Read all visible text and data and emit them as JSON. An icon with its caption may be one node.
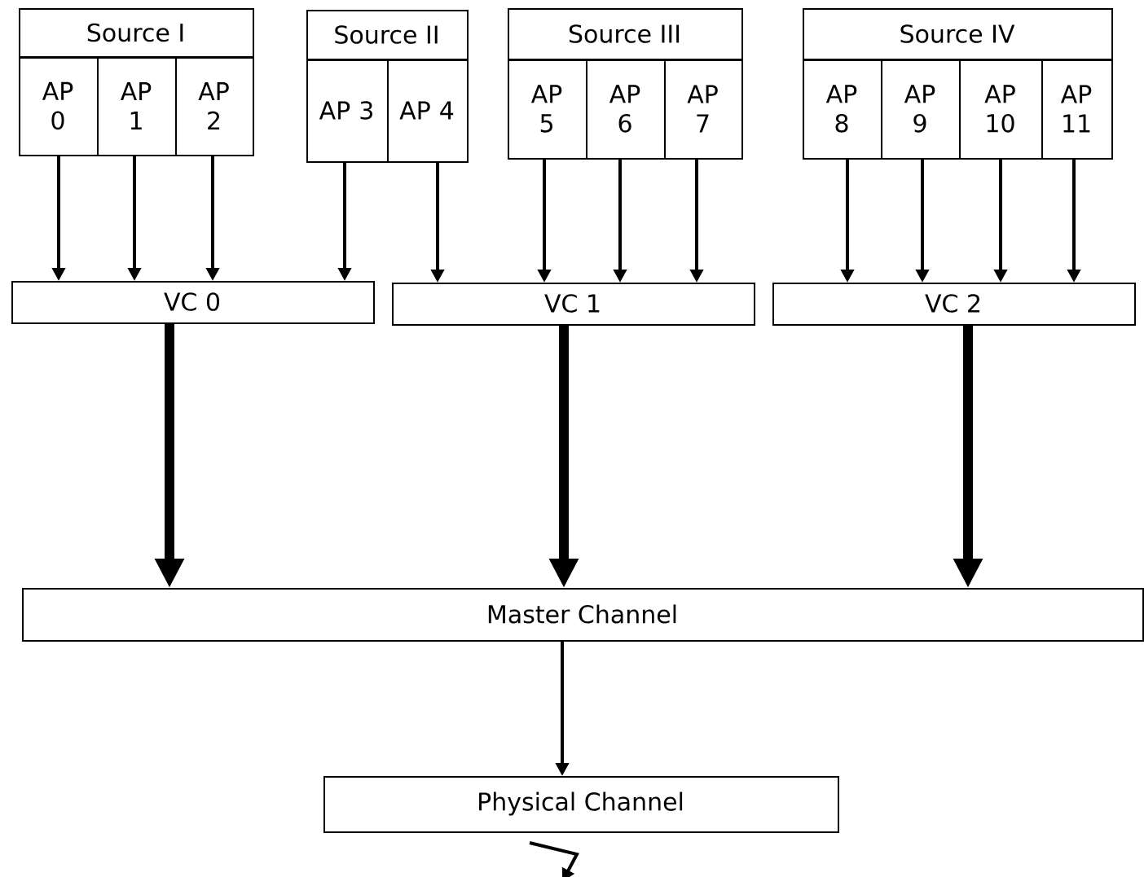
{
  "diagram": {
    "nodes": [
      {
        "text": [
          "Source I"
        ]
      },
      {
        "text": [
          "AP 0"
        ],
        "in": 0
      },
      {
        "text": [
          "AP 1"
        ],
        "in": 0
      },
      {
        "text": [
          "AP 2"
        ],
        "in": 0
      },
      {
        "text": [
          "Source II"
        ]
      },
      {
        "text": [
          "AP 3"
        ],
        "in": 4
      },
      {
        "text": [
          "AP 4"
        ],
        "in": 4
      },
      {
        "text": [
          "Source III"
        ]
      },
      {
        "text": [
          "AP 5"
        ],
        "in": 7
      },
      {
        "text": [
          "AP 6"
        ],
        "in": 7
      },
      {
        "text": [
          "AP 7"
        ],
        "in": 7
      },
      {
        "text": [
          "Source IV"
        ]
      },
      {
        "text": [
          "AP 8"
        ],
        "in": 11
      },
      {
        "text": [
          "AP 9"
        ],
        "in": 11
      },
      {
        "text": [
          "AP 10"
        ],
        "in": 11
      },
      {
        "text": [
          "AP 11"
        ],
        "in": 11
      },
      {
        "text": [
          "VC 0"
        ]
      },
      {
        "text": [
          "VC 1"
        ]
      },
      {
        "text": [
          "VC 2"
        ]
      },
      {
        "text": [
          "Master Channel"
        ]
      },
      {
        "text": [
          "Physical Channel"
        ]
      }
    ],
    "edges": [
      {
        "from": 1,
        "to": 16,
        "arrow": "to"
      },
      {
        "from": 2,
        "to": 16,
        "arrow": "to"
      },
      {
        "from": 3,
        "to": 16,
        "arrow": "to"
      },
      {
        "from": 5,
        "to": 16,
        "arrow": "to"
      },
      {
        "from": 6,
        "to": 17,
        "arrow": "to"
      },
      {
        "from": 8,
        "to": 17,
        "arrow": "to"
      },
      {
        "from": 9,
        "to": 17,
        "arrow": "to"
      },
      {
        "from": 10,
        "to": 17,
        "arrow": "to"
      },
      {
        "from": 12,
        "to": 18,
        "arrow": "to"
      },
      {
        "from": 13,
        "to": 18,
        "arrow": "to"
      },
      {
        "from": 14,
        "to": 18,
        "arrow": "to"
      },
      {
        "from": 15,
        "to": 18,
        "arrow": "to"
      },
      {
        "from": 16,
        "to": 19,
        "arrow": "to",
        "style": "thick"
      },
      {
        "from": 17,
        "to": 19,
        "arrow": "to",
        "style": "thick"
      },
      {
        "from": 18,
        "to": 19,
        "arrow": "to",
        "style": "thick"
      },
      {
        "from": 19,
        "to": 20,
        "arrow": "to"
      },
      {
        "from": 20,
        "to": null,
        "arrow": "to"
      }
    ]
  }
}
